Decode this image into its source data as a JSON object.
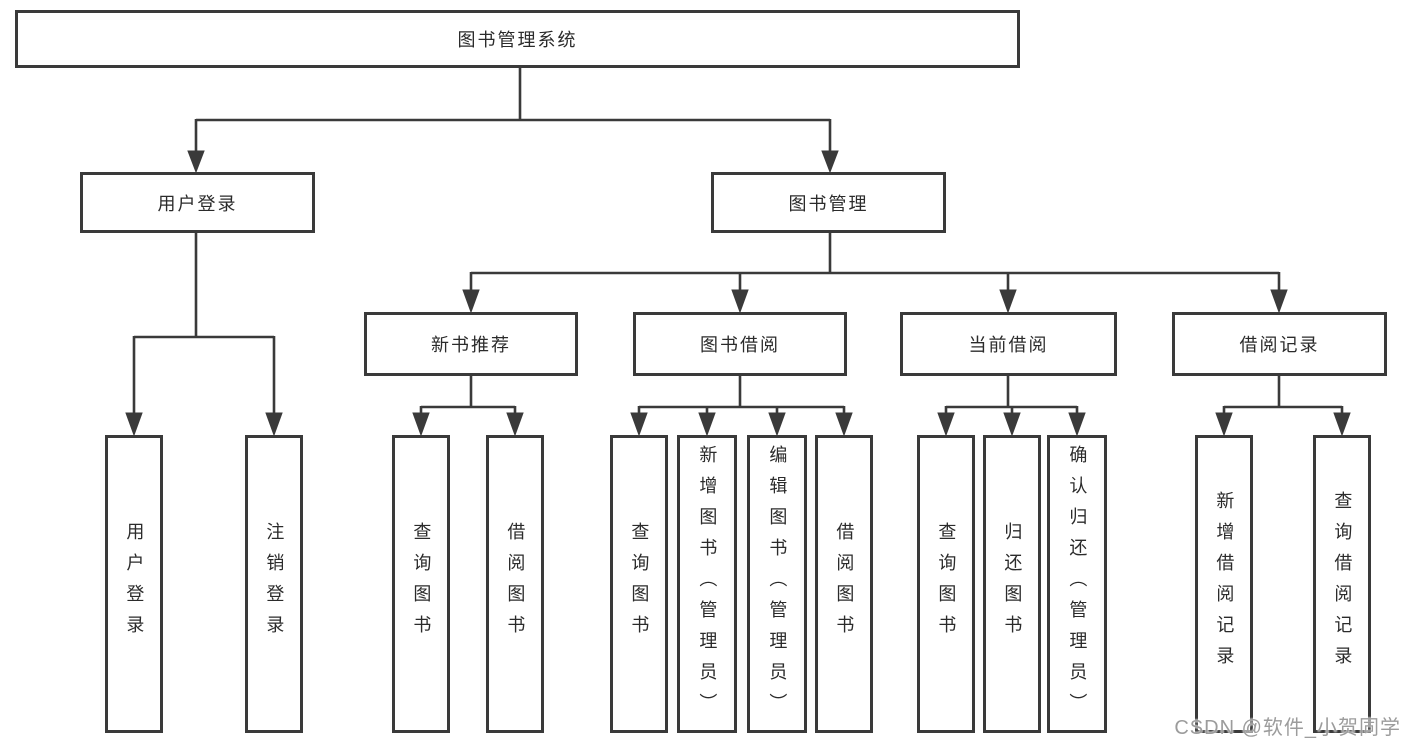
{
  "nodes": {
    "root": {
      "label": "图书管理系统"
    },
    "branches": {
      "user": {
        "label": "用户登录"
      },
      "book": {
        "label": "图书管理"
      }
    },
    "groups": {
      "recommend": {
        "label": "新书推荐"
      },
      "borrow": {
        "label": "图书借阅"
      },
      "current": {
        "label": "当前借阅"
      },
      "record": {
        "label": "借阅记录"
      }
    },
    "leaves": {
      "user_login": {
        "label": "用户登录"
      },
      "user_logout": {
        "label": "注销登录"
      },
      "rec_query": {
        "label": "查询图书"
      },
      "rec_borrow": {
        "label": "借阅图书"
      },
      "bor_query": {
        "label": "查询图书"
      },
      "bor_add": {
        "label": "新增图书（管理员）"
      },
      "bor_edit": {
        "label": "编辑图书（管理员）"
      },
      "bor_borrow": {
        "label": "借阅图书"
      },
      "cur_query": {
        "label": "查询图书"
      },
      "cur_return": {
        "label": "归还图书"
      },
      "cur_confirm": {
        "label": "确认归还（管理员）"
      },
      "rec_add_record": {
        "label": "新增借阅记录"
      },
      "rec_query_record": {
        "label": "查询借阅记录"
      }
    }
  },
  "hierarchy": {
    "root": [
      "user",
      "book"
    ],
    "user": [
      "user_login",
      "user_logout"
    ],
    "book": [
      "recommend",
      "borrow",
      "current",
      "record"
    ],
    "recommend": [
      "rec_query",
      "rec_borrow"
    ],
    "borrow": [
      "bor_query",
      "bor_add",
      "bor_edit",
      "bor_borrow"
    ],
    "current": [
      "cur_query",
      "cur_return",
      "cur_confirm"
    ],
    "record": [
      "rec_add_record",
      "rec_query_record"
    ]
  },
  "watermark": {
    "text": "CSDN @软件_小贺同学"
  },
  "colors": {
    "line": "#3a3a3a",
    "text": "#2b2b2b",
    "watermark": "#9c9c9c",
    "background": "#ffffff"
  }
}
